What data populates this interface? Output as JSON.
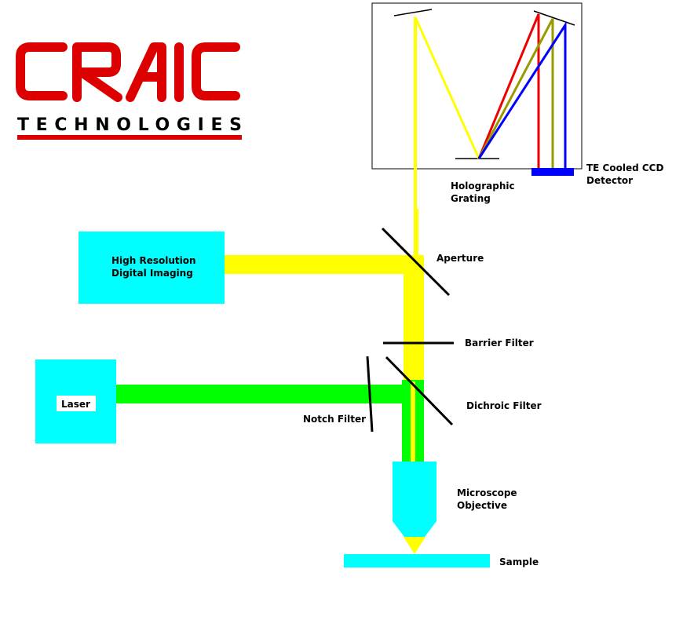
{
  "logo": {
    "brand": "CRAIC",
    "tagline": "TECHNOLOGIES",
    "brand_color": "#dd0000"
  },
  "colors": {
    "box_fill": "#00ffff",
    "beam_visible": "#ffff00",
    "beam_laser": "#00ff00",
    "detector": "#0000ff",
    "ray_red": "#ee0000",
    "ray_olive": "#999900",
    "ray_blue": "#0000ff",
    "optics": "#000000"
  },
  "labels": {
    "grating": [
      "Holographic",
      "Grating"
    ],
    "detector": [
      "TE Cooled CCD",
      "Detector"
    ],
    "imaging": [
      "High Resolution",
      "Digital Imaging"
    ],
    "aperture": "Aperture",
    "barrier_filter": "Barrier Filter",
    "laser": "Laser",
    "notch_filter": "Notch Filter",
    "dichroic_filter": "Dichroic Filter",
    "objective": [
      "Microscope",
      "Objective"
    ],
    "sample": "Sample"
  }
}
